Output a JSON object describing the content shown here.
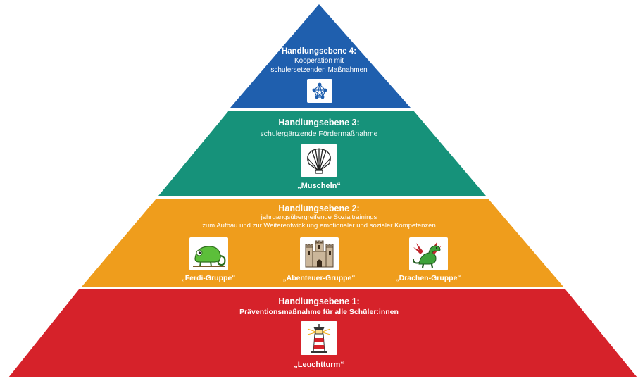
{
  "colors": {
    "level4": "#1f5fae",
    "level3": "#16927a",
    "level2": "#ef9d1c",
    "level1": "#d6222a"
  },
  "level4": {
    "heading": "Handlungsebene 4:",
    "line1": "Kooperation mit",
    "line2": "schulersetzenden Maßnahmen",
    "icon": "network-icon"
  },
  "level3": {
    "heading": "Handlungsebene 3:",
    "line1": "schulergänzende Fördermaßnahme",
    "icon": "shell-icon",
    "group": "„Muscheln“"
  },
  "level2": {
    "heading": "Handlungsebene 2:",
    "line1": "jahrgangsübergreifende Sozialtrainings",
    "line2": "zum Aufbau und zur Weiterentwicklung emotionaler und sozialer Kompetenzen",
    "groups": [
      {
        "label": "„Ferdi-Gruppe“",
        "icon": "chameleon-icon"
      },
      {
        "label": "„Abenteuer-Gruppe“",
        "icon": "castle-icon"
      },
      {
        "label": "„Drachen-Gruppe“",
        "icon": "dragon-icon"
      }
    ]
  },
  "level1": {
    "heading": "Handlungsebene 1:",
    "line1": "Präventionsmaßnahme für alle Schüler:innen",
    "icon": "lighthouse-icon",
    "group": "„Leuchtturm“"
  }
}
